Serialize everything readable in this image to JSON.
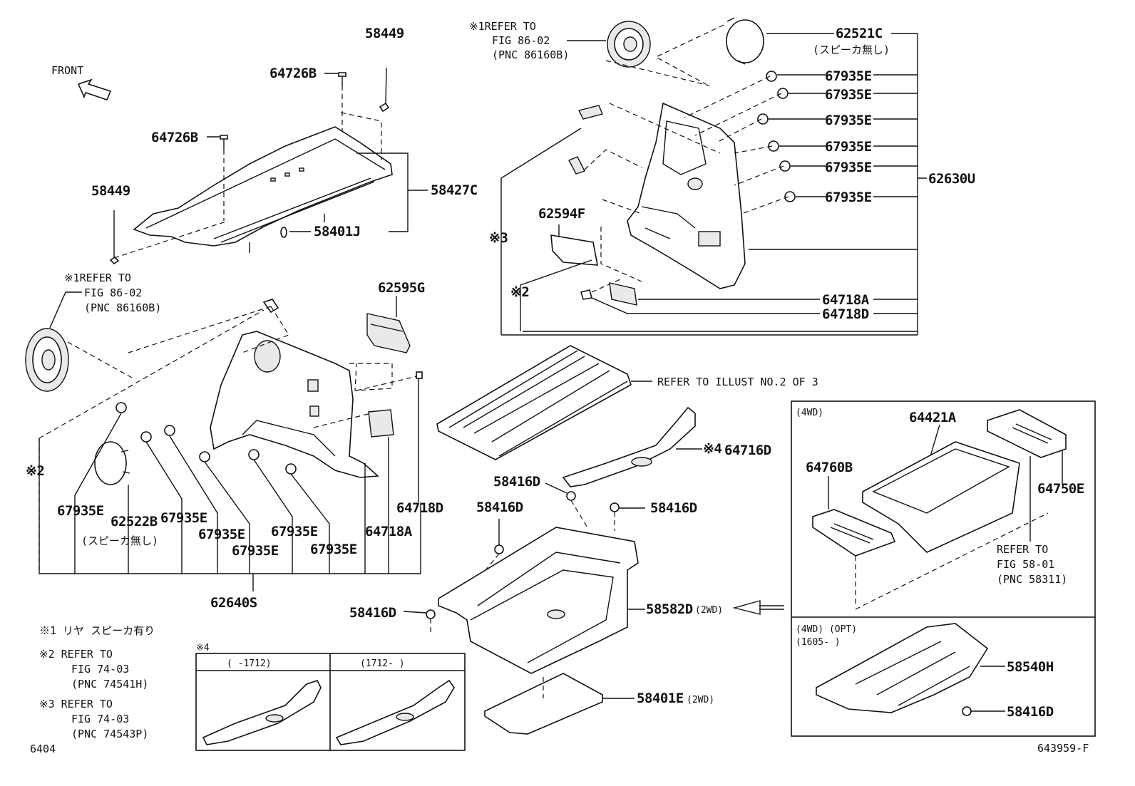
{
  "front_label": "FRONT",
  "parts": {
    "p58449_top": "58449",
    "p64726B_top": "64726B",
    "p64726B_mid": "64726B",
    "p58449_left": "58449",
    "p58427C": "58427C",
    "p58401J": "58401J",
    "p62595G": "62595G",
    "p67935E_1": "67935E",
    "p62522B": "62522B",
    "p67935E_2": "67935E",
    "p67935E_3": "67935E",
    "p67935E_4": "67935E",
    "p67935E_5": "67935E",
    "p67935E_6": "67935E",
    "p64718A_l": "64718A",
    "p64718D_l": "64718D",
    "p62640S": "62640S",
    "p62521C": "62521C",
    "p67935E_r1": "67935E",
    "p67935E_r2": "67935E",
    "p67935E_r3": "67935E",
    "p67935E_r4": "67935E",
    "p67935E_r5": "67935E",
    "p67935E_r6": "67935E",
    "p62630U": "62630U",
    "p62594F": "62594F",
    "p64718A_r": "64718A",
    "p64718D_r": "64718D",
    "p64716D": "64716D",
    "p58416D_1": "58416D",
    "p58416D_2": "58416D",
    "p58416D_3": "58416D",
    "p58416D_4": "58416D",
    "p58582D": "58582D",
    "p58401E": "58401E",
    "p64421A": "64421A",
    "p64760B": "64760B",
    "p64750E": "64750E",
    "p58540H": "58540H",
    "p58416D_5": "58416D"
  },
  "notes": {
    "ref1_left_l1": "※1REFER TO",
    "ref1_left_l2": "FIG 86-02",
    "ref1_left_l3": "(PNC 86160B)",
    "ref1_top_l1": "※1REFER TO",
    "ref1_top_l2": "FIG 86-02",
    "ref1_top_l3": "(PNC 86160B)",
    "no_speaker_right": "(スピーカ無し)",
    "no_speaker_left": "(スピーカ無し)",
    "mark3": "※3",
    "mark2_right": "※2",
    "mark2_left": "※2",
    "mark4_label": "※4",
    "refer_illust": "REFER TO ILLUST NO.2 OF 3",
    "suffix_2wd_a": "(2WD)",
    "suffix_2wd_b": "(2WD)",
    "box4wd_title": "(4WD)",
    "refer58_l1": "REFER TO",
    "refer58_l2": "FIG 58-01",
    "refer58_l3": "(PNC 58311)",
    "box_opt_title": "(4WD) (OPT)",
    "box_opt_range": "(1605-     )",
    "legend1": "※1 リヤ スピーカ有り",
    "legend2_l1": "※2  REFER TO",
    "legend2_l2": "FIG 74-03",
    "legend2_l3": "(PNC 74541H)",
    "legend3_l1": "※3  REFER TO",
    "legend3_l2": "FIG 74-03",
    "legend3_l3": "(PNC 74543P)",
    "inset_title": "※4",
    "inset_col1": "(    -1712)",
    "inset_col2": "(1712-     )",
    "code_left": "6404",
    "code_right": "643959-F"
  }
}
